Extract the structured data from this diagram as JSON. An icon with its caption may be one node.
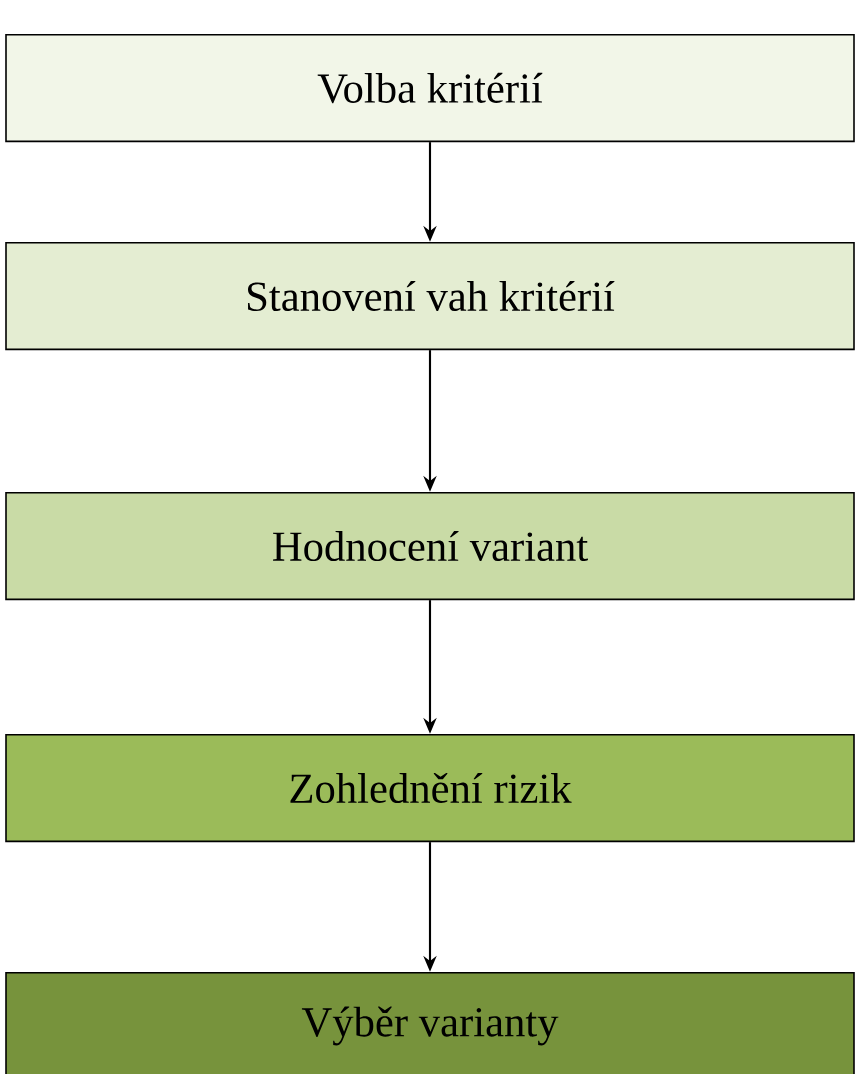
{
  "diagram": {
    "nodes": [
      {
        "text": [
          "Volba kritérií"
        ]
      },
      {
        "text": [
          "Stanovení vah kritérií"
        ]
      },
      {
        "text": [
          "Hodnocení variant"
        ]
      },
      {
        "text": [
          "Zohlednění rizik"
        ]
      },
      {
        "text": [
          "Výběr varianty"
        ]
      }
    ],
    "edges": [
      {
        "from": 0,
        "to": 1,
        "arrow": "to"
      },
      {
        "from": 1,
        "to": 2,
        "arrow": "to"
      },
      {
        "from": 2,
        "to": 3,
        "arrow": "to"
      },
      {
        "from": 3,
        "to": 4,
        "arrow": "to"
      }
    ]
  }
}
